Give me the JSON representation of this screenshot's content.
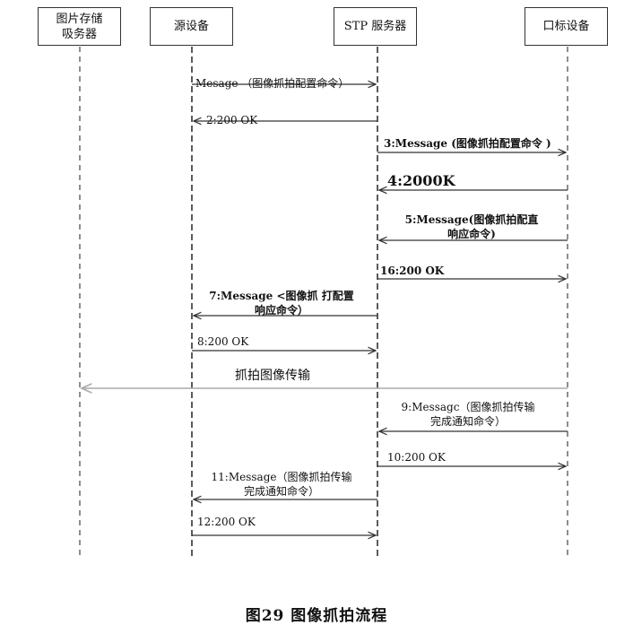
{
  "participants": [
    {
      "id": "p-storage",
      "label": "图片存储\n吸务器"
    },
    {
      "id": "p-source",
      "label": "源设备"
    },
    {
      "id": "p-stp",
      "label": "STP 服务器"
    },
    {
      "id": "p-target",
      "label": "口标设备"
    }
  ],
  "messages": [
    {
      "from": "p-source",
      "to": "p-stp",
      "label": "Mesage  （图像抓拍配置命令）"
    },
    {
      "from": "p-stp",
      "to": "p-source",
      "label": "2:200  OK"
    },
    {
      "from": "p-stp",
      "to": "p-target",
      "label": "3:Message (图像抓拍配置命令 )"
    },
    {
      "from": "p-target",
      "to": "p-stp",
      "label": "4:2000K"
    },
    {
      "from": "p-target",
      "to": "p-stp",
      "label": "5:Message(图像抓拍配直\n响应命令)"
    },
    {
      "from": "p-stp",
      "to": "p-target",
      "label": "16:200   OK"
    },
    {
      "from": "p-stp",
      "to": "p-source",
      "label": "7:Message <图像抓 打配置\n响应命令）"
    },
    {
      "from": "p-source",
      "to": "p-stp",
      "label": "8:200   OK"
    },
    {
      "from": "p-target",
      "to": "p-storage",
      "label": "抓拍图像传输"
    },
    {
      "from": "p-target",
      "to": "p-stp",
      "label": "9:Messagc（图像抓拍传输\n完成通知命令）"
    },
    {
      "from": "p-stp",
      "to": "p-target",
      "label": "10:200   OK"
    },
    {
      "from": "p-stp",
      "to": "p-source",
      "label": "11:Message（图像抓拍传输\n完成通知命令）"
    },
    {
      "from": "p-source",
      "to": "p-stp",
      "label": "12:200   OK"
    }
  ],
  "caption": "图29    图像抓拍流程",
  "colors": {
    "line": "#333333",
    "transfer": "#aaaaaa"
  }
}
